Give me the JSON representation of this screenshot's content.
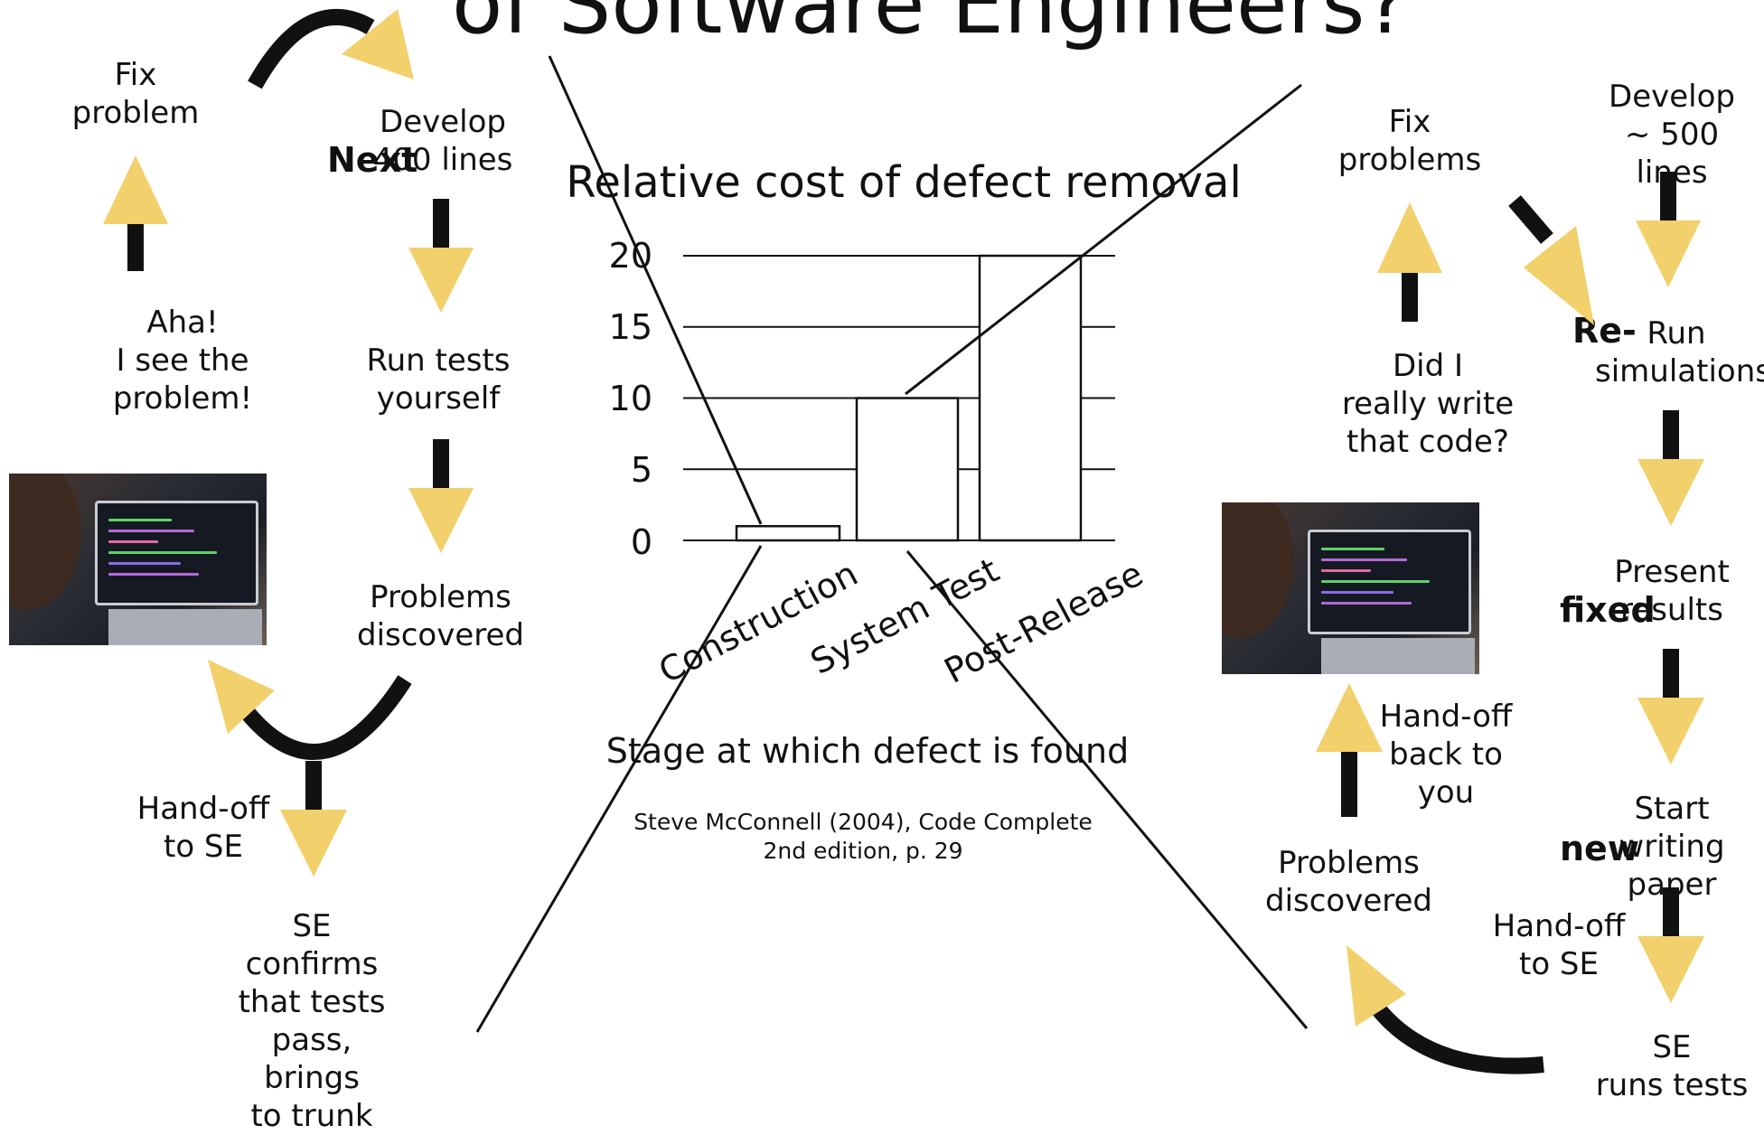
{
  "title": "of Software Engineers?",
  "left_cycle": {
    "fix": "Fix\nproblem",
    "develop": "Develop\n400 lines",
    "next_word": "Next",
    "run_tests": "Run tests\nyourself",
    "aha": "Aha!\nI see the\nproblem!",
    "problems": "Problems\ndiscovered",
    "handoff": "Hand-off\nto SE",
    "confirms": "SE confirms\nthat tests\npass, brings\nto trunk"
  },
  "right_cycle": {
    "fix": "Fix\nproblems",
    "develop": "Develop\n~ 500 lines",
    "rerun_word": "Re-",
    "run_sim": "Run\nsimulations",
    "did_i": "Did I\nreally write\nthat code?",
    "present": "Present\nresults",
    "fixed_word": "fixed",
    "handoff_back": "Hand-off\nback to\nyou",
    "start_writing": "Start writing\npaper",
    "new_word": "new",
    "problems": "Problems\ndiscovered",
    "handoff_se": "Hand-off\nto SE",
    "se_runs": "SE\nruns tests"
  },
  "chart_data": {
    "type": "bar",
    "title": "Relative cost of defect removal",
    "xlabel": "Stage at which defect is found",
    "ylabel": "",
    "categories": [
      "Construction",
      "System Test",
      "Post-Release"
    ],
    "values": [
      1,
      10,
      20
    ],
    "ylim": [
      0,
      20
    ],
    "yticks": [
      "0",
      "5",
      "10",
      "15",
      "20"
    ],
    "grid": true
  },
  "citation": "Steve McConnell (2004), Code Complete\n2nd edition, p. 29",
  "colors": {
    "arrow_yellow": "#f2d06b",
    "stroke": "#111111",
    "background": "#ffffff"
  }
}
